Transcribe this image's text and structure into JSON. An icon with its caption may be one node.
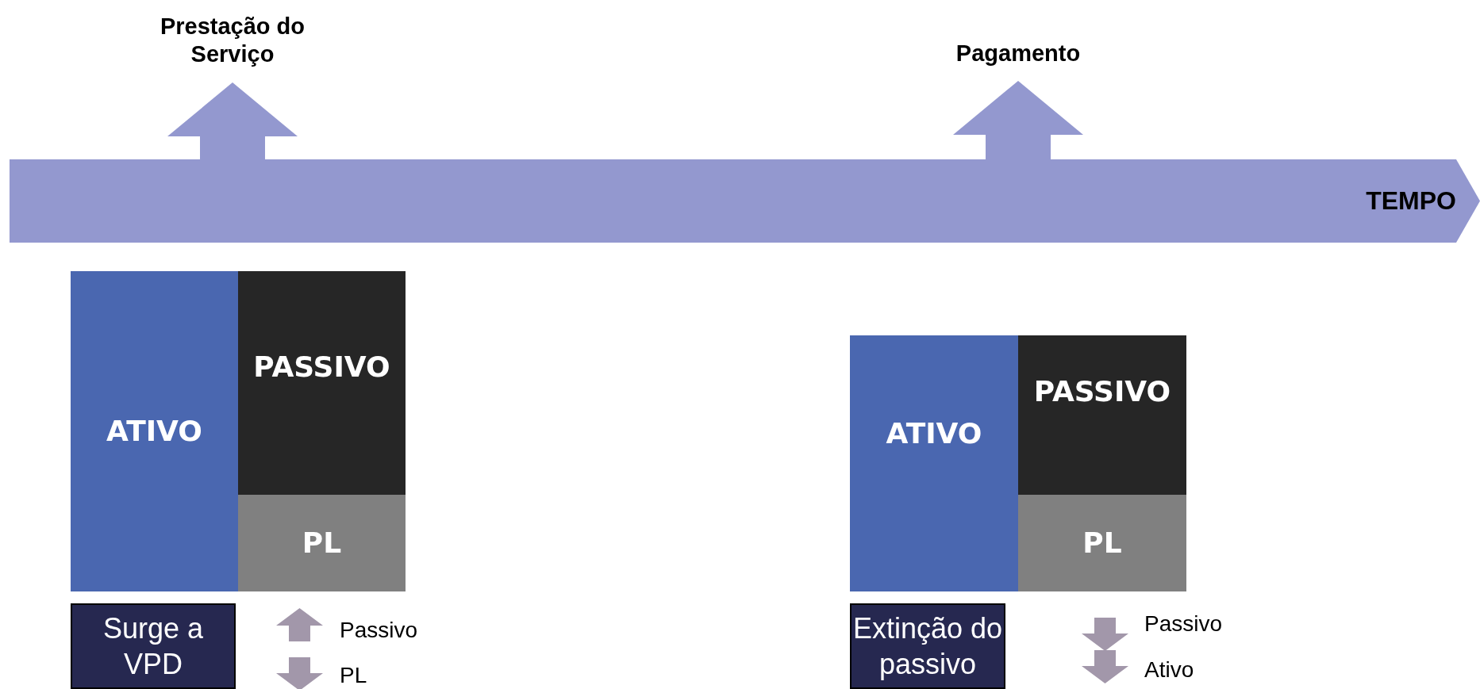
{
  "diagram": {
    "nodes": [
      {
        "text": [
          "Prestação do Serviço"
        ]
      },
      {
        "text": [
          "Pagamento"
        ]
      },
      {
        "text": [
          "TEMPO"
        ]
      },
      {
        "text": [
          "ATIVO"
        ]
      },
      {
        "text": [
          "PASSIVO"
        ]
      },
      {
        "text": [
          "PL"
        ]
      },
      {
        "text": [
          "Surge a VPD"
        ]
      },
      {
        "text": [
          "ATIVO"
        ]
      },
      {
        "text": [
          "PASSIVO"
        ]
      },
      {
        "text": [
          "PL"
        ]
      },
      {
        "text": [
          "Extinção do passivo"
        ]
      }
    ],
    "edges": [
      {
        "from": 2,
        "to": 0,
        "arrow": "to"
      },
      {
        "from": 2,
        "to": 1,
        "arrow": "to"
      }
    ],
    "labels": [
      "Passivo",
      "PL",
      "Passivo",
      "Ativo"
    ]
  }
}
